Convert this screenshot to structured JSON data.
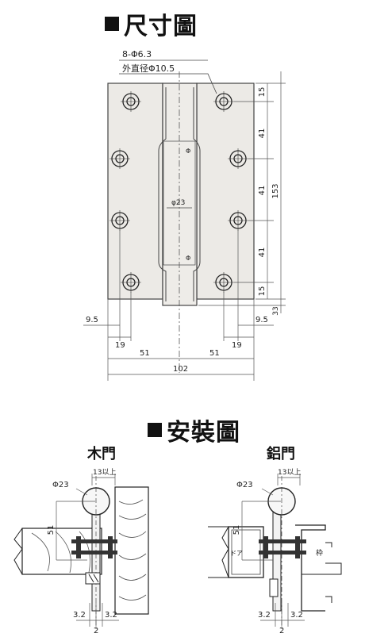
{
  "titles": {
    "dimension": "尺寸圖",
    "install": "安裝圖",
    "wood_door": "木門",
    "aluminum_door": "鋁門"
  },
  "dimension_labels": {
    "holes": "8-Φ6.3",
    "outer_dia": "外直径Φ10.5",
    "pin_dia": "φ23",
    "pitch_top": "15",
    "pitch_a": "41",
    "pitch_b": "41",
    "pitch_c": "41",
    "pitch_bottom": "15",
    "height": "153",
    "overhang": "33",
    "edge_left": "9.5",
    "edge_right": "9.5",
    "hole_left": "19",
    "hole_right": "19",
    "half_left": "51",
    "half_right": "51",
    "width": "102",
    "phi_small": "Φ"
  },
  "install_labels": {
    "wood": {
      "dia": "Φ23",
      "min": "13以上",
      "len": "51",
      "gap_left": "3.2",
      "gap_right": "3.2",
      "center": "2"
    },
    "aluminum": {
      "dia": "Φ23",
      "min": "13以上",
      "len": "51",
      "gap_left": "3.2",
      "gap_right": "3.2",
      "center": "2",
      "door": "ドア",
      "frame": "枠"
    }
  }
}
